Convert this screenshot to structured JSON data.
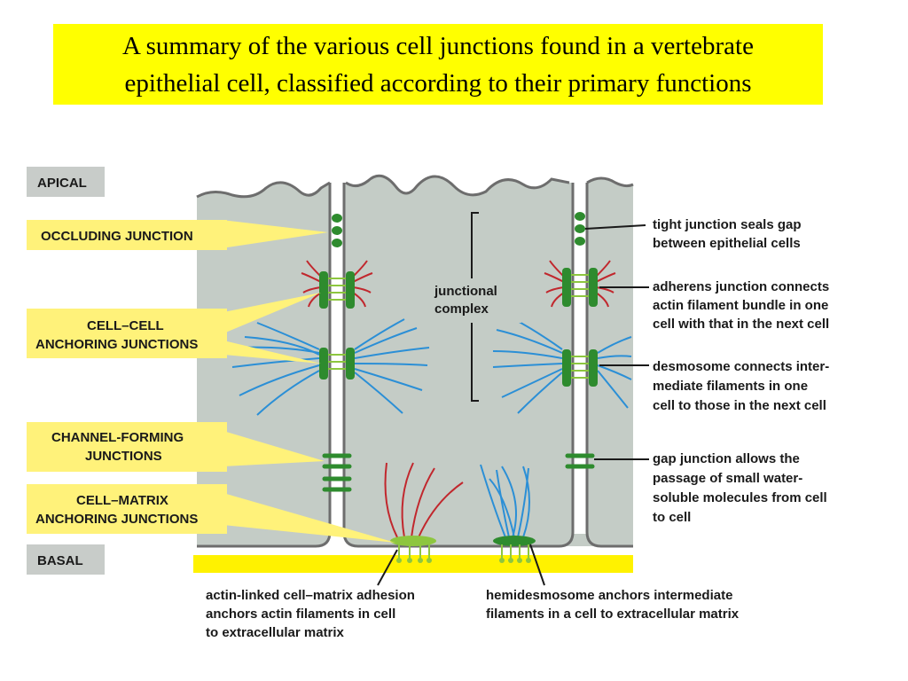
{
  "title": {
    "line1": "A summary of the various cell junctions found in a vertebrate",
    "line2": "epithelial cell, classified according to their primary functions"
  },
  "left_labels": {
    "apical": "APICAL",
    "occluding": "OCCLUDING JUNCTION",
    "cell_cell_1": "CELL–CELL",
    "cell_cell_2": "ANCHORING JUNCTIONS",
    "channel_1": "CHANNEL-FORMING",
    "channel_2": "JUNCTIONS",
    "cell_matrix_1": "CELL–MATRIX",
    "cell_matrix_2": "ANCHORING JUNCTIONS",
    "basal": "BASAL"
  },
  "center": {
    "junctional_1": "junctional",
    "junctional_2": "complex"
  },
  "right_labels": {
    "tight": [
      "tight junction seals gap",
      "between epithelial cells"
    ],
    "adherens": [
      "adherens junction connects",
      "actin filament bundle in one",
      "cell with that in the next cell"
    ],
    "desmosome": [
      "desmosome connects inter-",
      "mediate filaments in one",
      "cell to those in the next cell"
    ],
    "gap": [
      "gap junction allows the",
      "passage of small water-",
      "soluble molecules from cell",
      "to cell"
    ]
  },
  "bottom_labels": {
    "actin_linked": [
      "actin-linked cell–matrix adhesion",
      "anchors actin filaments in cell",
      "to extracellular matrix"
    ],
    "hemidesmosome": [
      "hemidesmosome anchors intermediate",
      "filaments in a cell to extracellular matrix"
    ]
  },
  "colors": {
    "cell": "#c4ccc6",
    "membrane": "#6d6d6d",
    "junction_green": "#2e8b2e",
    "light_green": "#8dc63f",
    "actin_red": "#c1272d",
    "intermediate_blue": "#2b8fd6",
    "label_yellow": "#fff27a",
    "tag_gray": "#c8ccc9",
    "basal_yellow": "#fff200"
  }
}
